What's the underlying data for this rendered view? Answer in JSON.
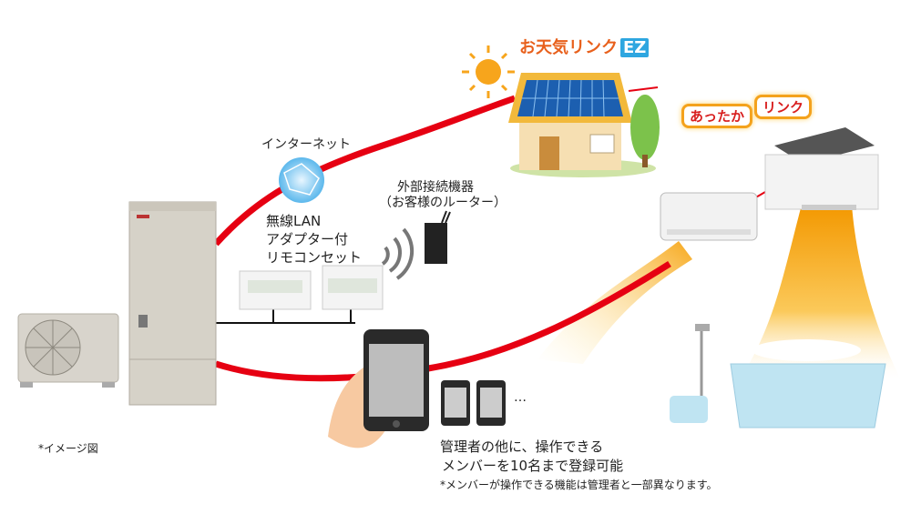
{
  "logos": {
    "weather_link": "お天気リンク",
    "weather_link_badge": "EZ",
    "warm_link_part1": "あったか",
    "warm_link_part2": "リンク"
  },
  "labels": {
    "internet": "インターネット",
    "external_device_line1": "外部接続機器",
    "external_device_line2": "（お客様のルーター）",
    "adapter_line1": "無線LAN",
    "adapter_line2": "アダプター付",
    "adapter_line3": "リモコンセット",
    "image_note": "*イメージ図",
    "ellipsis": "…",
    "members_line1": "管理者の他に、操作できる",
    "members_line2": "メンバーを10名まで登録可能",
    "members_note": "*メンバーが操作できる機能は管理者と一部異なります。"
  },
  "colors": {
    "link_line": "#e60012",
    "accent_orange": "#f39800"
  }
}
